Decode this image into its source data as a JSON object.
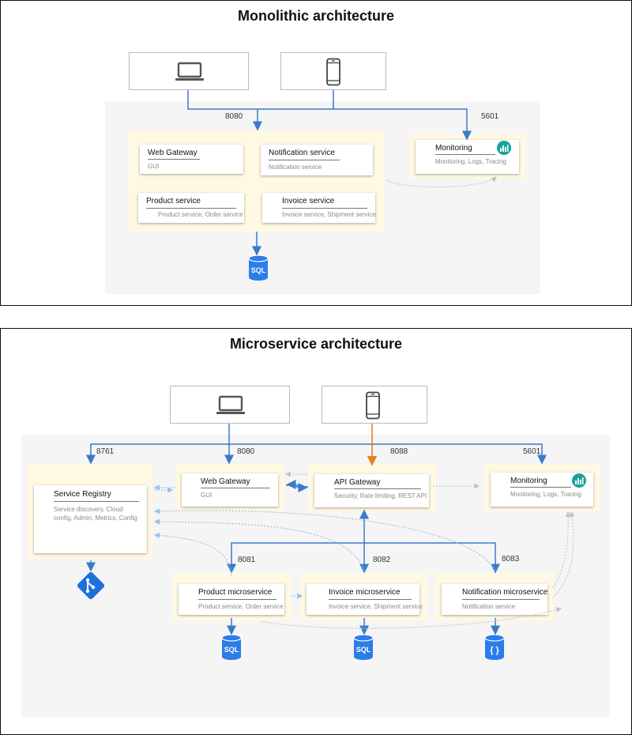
{
  "monolithic": {
    "title": "Monolithic architecture",
    "ports": {
      "main": "8080",
      "monitoring": "5601"
    },
    "services": {
      "web_gateway": {
        "title": "Web Gateway",
        "subtitle": "GUI"
      },
      "notification": {
        "title": "Notification service",
        "subtitle": "Notification service"
      },
      "product": {
        "title": "Product service",
        "subtitle": "Product service, Order service"
      },
      "invoice": {
        "title": "Invoice service",
        "subtitle": "Invoice service, Shipment service"
      }
    },
    "monitoring": {
      "title": "Monitoring",
      "subtitle": "Monitoring, Logs, Tracing"
    },
    "database_label": "SQL"
  },
  "microservice": {
    "title": "Microservice architecture",
    "ports": {
      "registry": "8761",
      "web": "8080",
      "api": "8088",
      "monitoring": "5601",
      "product": "8081",
      "invoice": "8082",
      "notification": "8083"
    },
    "registry": {
      "title": "Service Registry",
      "subtitle": "Service discovery, Cloud config, Admin, Metrics, Config"
    },
    "web_gateway": {
      "title": "Web Gateway",
      "subtitle": "GUI"
    },
    "api_gateway": {
      "title": "API Gateway",
      "subtitle": "Security, Rate limiting, REST API"
    },
    "monitoring": {
      "title": "Monitoring",
      "subtitle": "Monitoring, Logs, Tracing"
    },
    "product": {
      "title": "Product microservice",
      "subtitle": "Product service, Order service"
    },
    "invoice": {
      "title": "Invoice microservice",
      "subtitle": "Invoice service, Shipment service"
    },
    "notification": {
      "title": "Notification microservice",
      "subtitle": "Notification service"
    },
    "databases": {
      "product": "SQL",
      "invoice": "SQL",
      "notification": "{ }"
    }
  },
  "colors": {
    "blue": "#3a7bc8",
    "orange": "#e8821e",
    "db_blue": "#2b7de9",
    "git_blue": "#1e6fd9",
    "monitoring_teal": "#1aa398",
    "dotted": "#9cc0e6",
    "dotted_gray": "#c4c4c4"
  },
  "icons": [
    "laptop-icon",
    "smartphone-icon",
    "sql-database-icon",
    "json-database-icon",
    "git-icon",
    "monitoring-icon"
  ]
}
